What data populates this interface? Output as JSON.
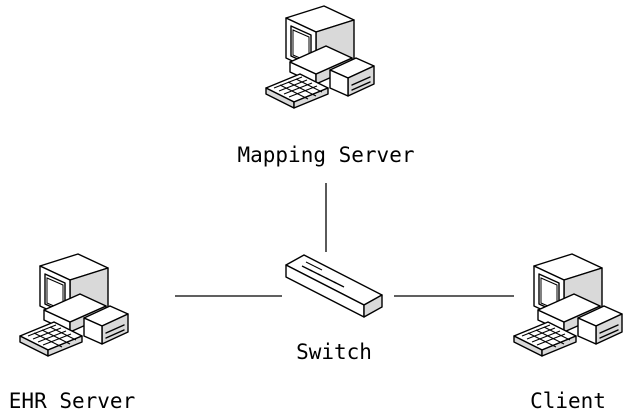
{
  "nodes": {
    "mapping_server": {
      "label": "Mapping Server",
      "icon": "desktop-computer-icon"
    },
    "switch": {
      "label": "Switch",
      "icon": "network-switch-icon"
    },
    "ehr_server": {
      "label": "EHR Server",
      "icon": "desktop-computer-icon"
    },
    "client": {
      "label": "Client",
      "icon": "desktop-computer-icon"
    }
  },
  "links": [
    {
      "from": "Mapping Server",
      "to": "Switch"
    },
    {
      "from": "EHR Server",
      "to": "Switch"
    },
    {
      "from": "Switch",
      "to": "Client"
    }
  ],
  "colors": {
    "background": "#ffffff",
    "line": "#000000",
    "icon_light": "#ffffff",
    "icon_shade": "#d9d9d9",
    "screen": "#ffffff"
  }
}
